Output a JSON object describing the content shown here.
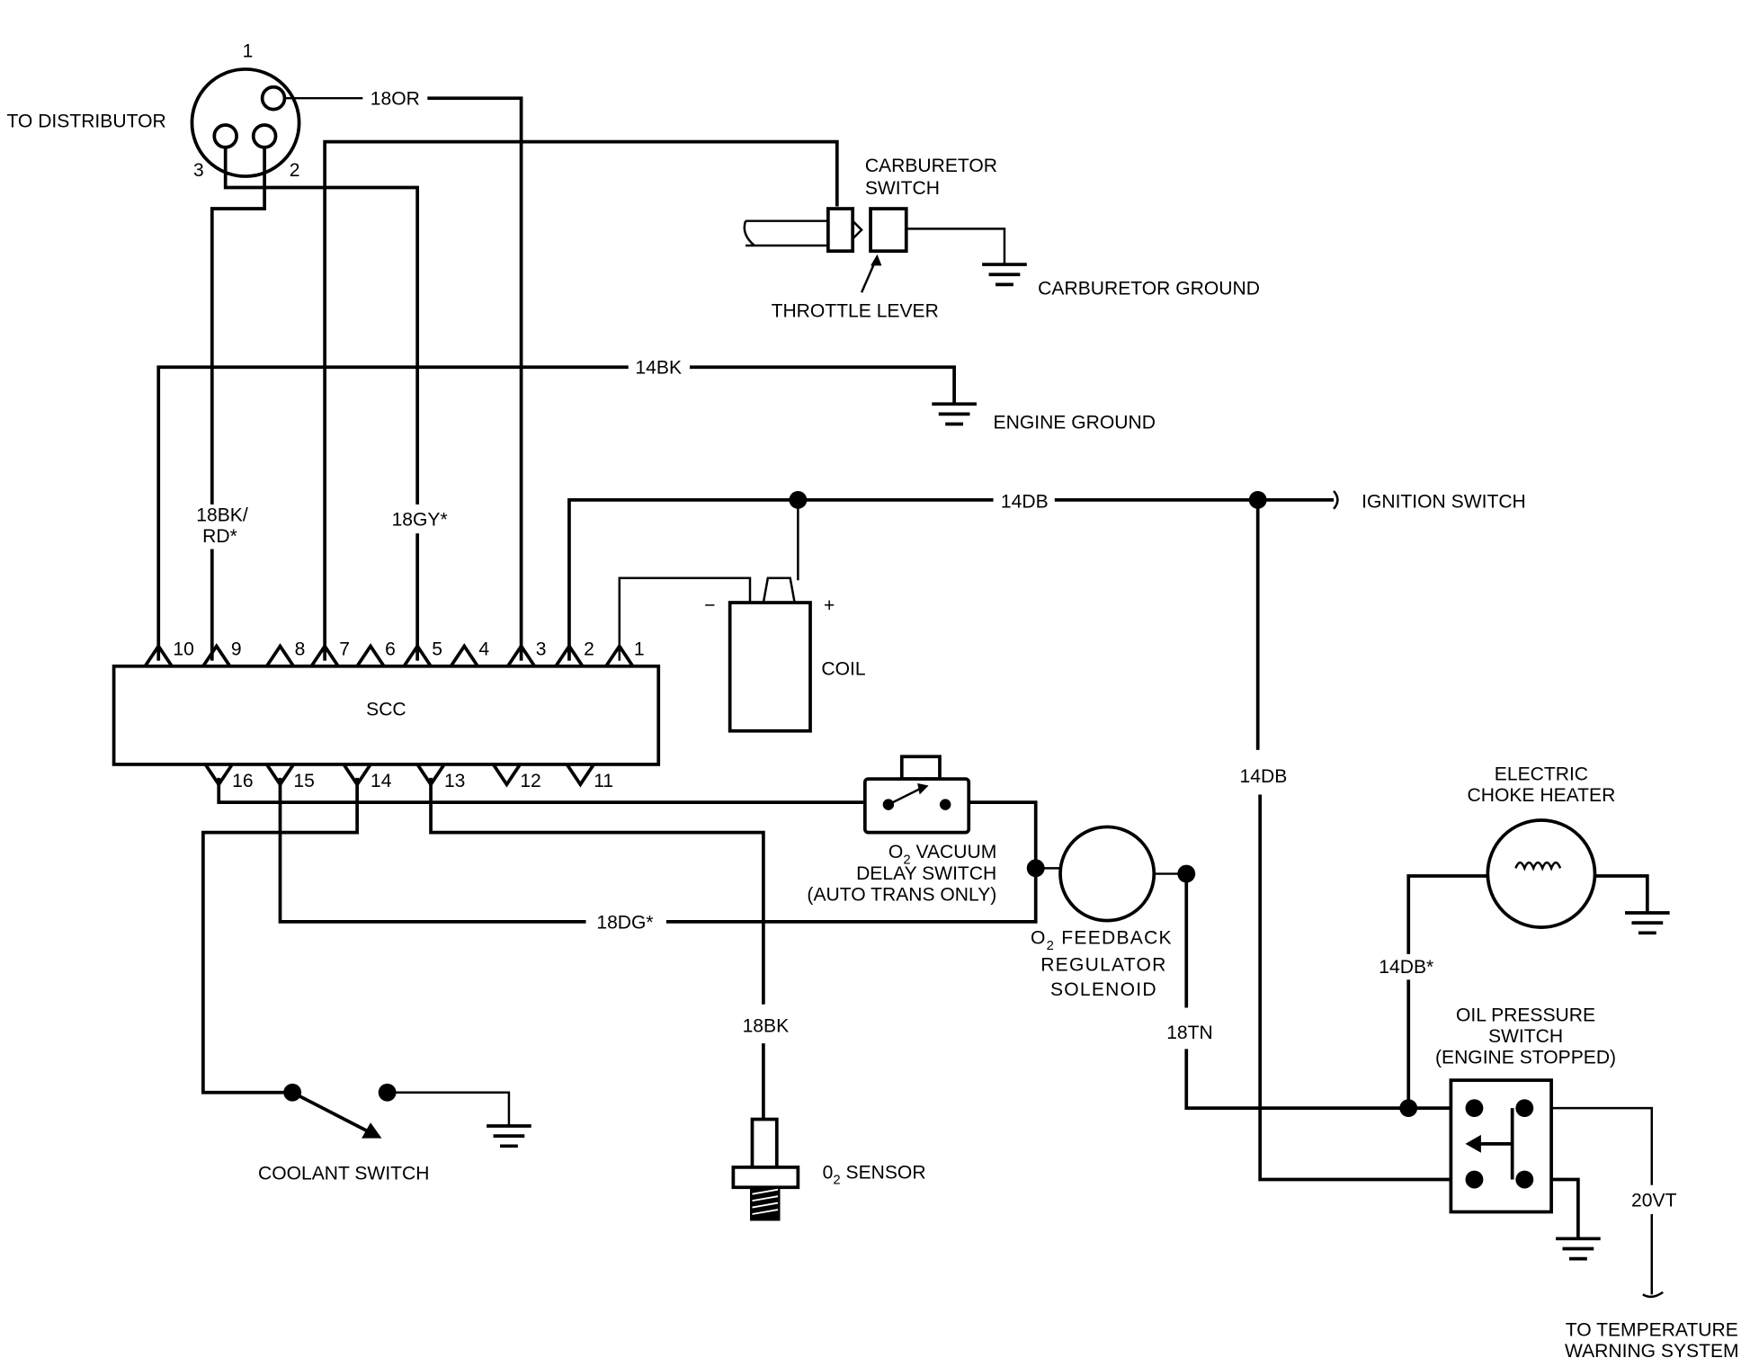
{
  "diagram": {
    "type": "wiring-schematic",
    "module": {
      "label": "SCC"
    },
    "top_pins": [
      "10",
      "9",
      "8",
      "7",
      "6",
      "5",
      "4",
      "3",
      "2",
      "1"
    ],
    "bottom_pins": [
      "16",
      "15",
      "14",
      "13",
      "12",
      "11"
    ],
    "distributor": {
      "label": "TO DISTRIBUTOR",
      "pins": [
        "1",
        "2",
        "3"
      ]
    },
    "wires": {
      "w18or": "18OR",
      "w14bk": "14BK",
      "w18bkrd_1": "18BK/",
      "w18bkrd_2": "RD*",
      "w18gy": "18GY*",
      "w14db_top": "14DB",
      "w14db_vert": "14DB",
      "w14db_choke": "14DB*",
      "w18dg": "18DG*",
      "w18bk": "18BK",
      "w18tn": "18TN",
      "w20vt": "20VT"
    },
    "components": {
      "carb_switch_1": "CARBURETOR",
      "carb_switch_2": "SWITCH",
      "throttle_lever": "THROTTLE LEVER",
      "carb_ground": "CARBURETOR GROUND",
      "engine_ground": "ENGINE GROUND",
      "ignition_switch": "IGNITION SWITCH",
      "coil": "COIL",
      "coil_minus": "−",
      "coil_plus": "+",
      "vac_switch_1": "O",
      "vac_switch_1_sub": "2",
      "vac_switch_1_rest": " VACUUM",
      "vac_switch_2": "DELAY SWITCH",
      "vac_switch_3": "(AUTO TRANS ONLY)",
      "feedback_1": "O",
      "feedback_1_sub": "2",
      "feedback_1_rest": " FEEDBACK",
      "feedback_2": "REGULATOR",
      "feedback_3": "SOLENOID",
      "choke_1": "ELECTRIC",
      "choke_2": "CHOKE HEATER",
      "oil_1": "OIL PRESSURE",
      "oil_2": "SWITCH",
      "oil_3": "(ENGINE STOPPED)",
      "coolant": "COOLANT SWITCH",
      "o2_sensor": "0",
      "o2_sensor_sub": "2",
      "o2_sensor_rest": " SENSOR",
      "temp_warn_1": "TO TEMPERATURE",
      "temp_warn_2": "WARNING SYSTEM"
    }
  }
}
